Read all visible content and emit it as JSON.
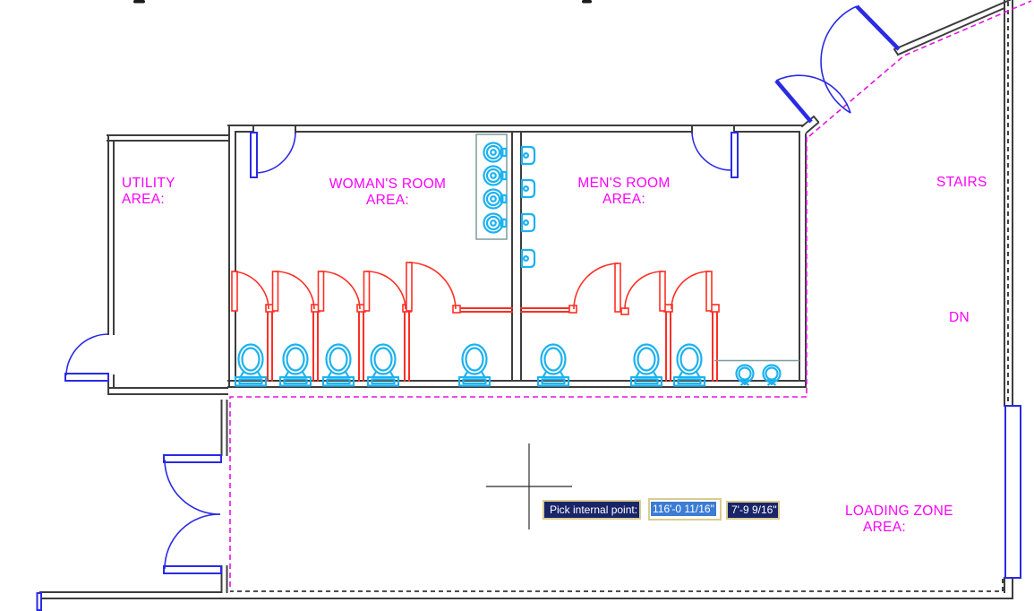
{
  "colors": {
    "label_magenta": "#ff00ff",
    "wall": "#3d3d3d",
    "door_blue": "#2a2ae6",
    "stall_red": "#ff2e23",
    "fixture_cyan": "#1cb2ef",
    "counter_teal": "#7d9c9c",
    "dashed_magenta": "#e512e5",
    "tooltip_bg": "#192569",
    "tooltip_border": "#d9cc8f",
    "selection_bg": "#3c7cd4"
  },
  "rooms": {
    "utility": {
      "label_line1": "UTILITY",
      "label_line2": "AREA:"
    },
    "womens": {
      "label_line1": "WOMAN'S ROOM",
      "label_line2": "AREA:",
      "toilets": 5,
      "sinks": 4,
      "stall_doors": 5
    },
    "mens": {
      "label_line1": "MEN'S ROOM",
      "label_line2": "AREA:",
      "toilets": 3,
      "urinals": 4,
      "sinks": 2,
      "stall_doors": 3
    },
    "stairs": {
      "label": "STAIRS",
      "down_label": "DN"
    },
    "loading": {
      "label_line1": "LOADING ZONE",
      "label_line2": "AREA:"
    }
  },
  "dynamic_input": {
    "prompt": "Pick internal point:",
    "x_value": "116'-0 11/16\"",
    "y_value": "7'-9 9/16\""
  }
}
